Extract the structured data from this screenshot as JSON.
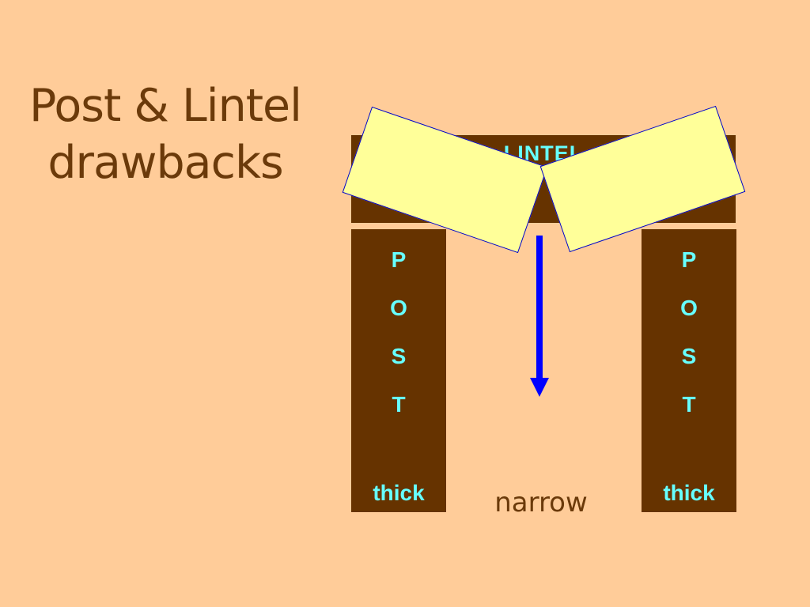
{
  "title": {
    "line1": "Post & Lintel",
    "line2": "drawbacks"
  },
  "lintel": {
    "label": "LINTEL"
  },
  "posts": {
    "left": {
      "letters": [
        "P",
        "O",
        "S",
        "T"
      ],
      "thickness_label": "thick"
    },
    "right": {
      "letters": [
        "P",
        "O",
        "S",
        "T"
      ],
      "thickness_label": "thick"
    }
  },
  "gap_label": "narrow",
  "colors": {
    "background": "#FFCC99",
    "title_text": "#6B3A0A",
    "structure": "#663300",
    "structure_text": "#66FFFF",
    "broken_beam_fill": "#FFFF99",
    "broken_beam_border": "#0000CC",
    "load_arrow": "#0000FF"
  },
  "icons": {
    "load": "down-arrow-icon"
  }
}
